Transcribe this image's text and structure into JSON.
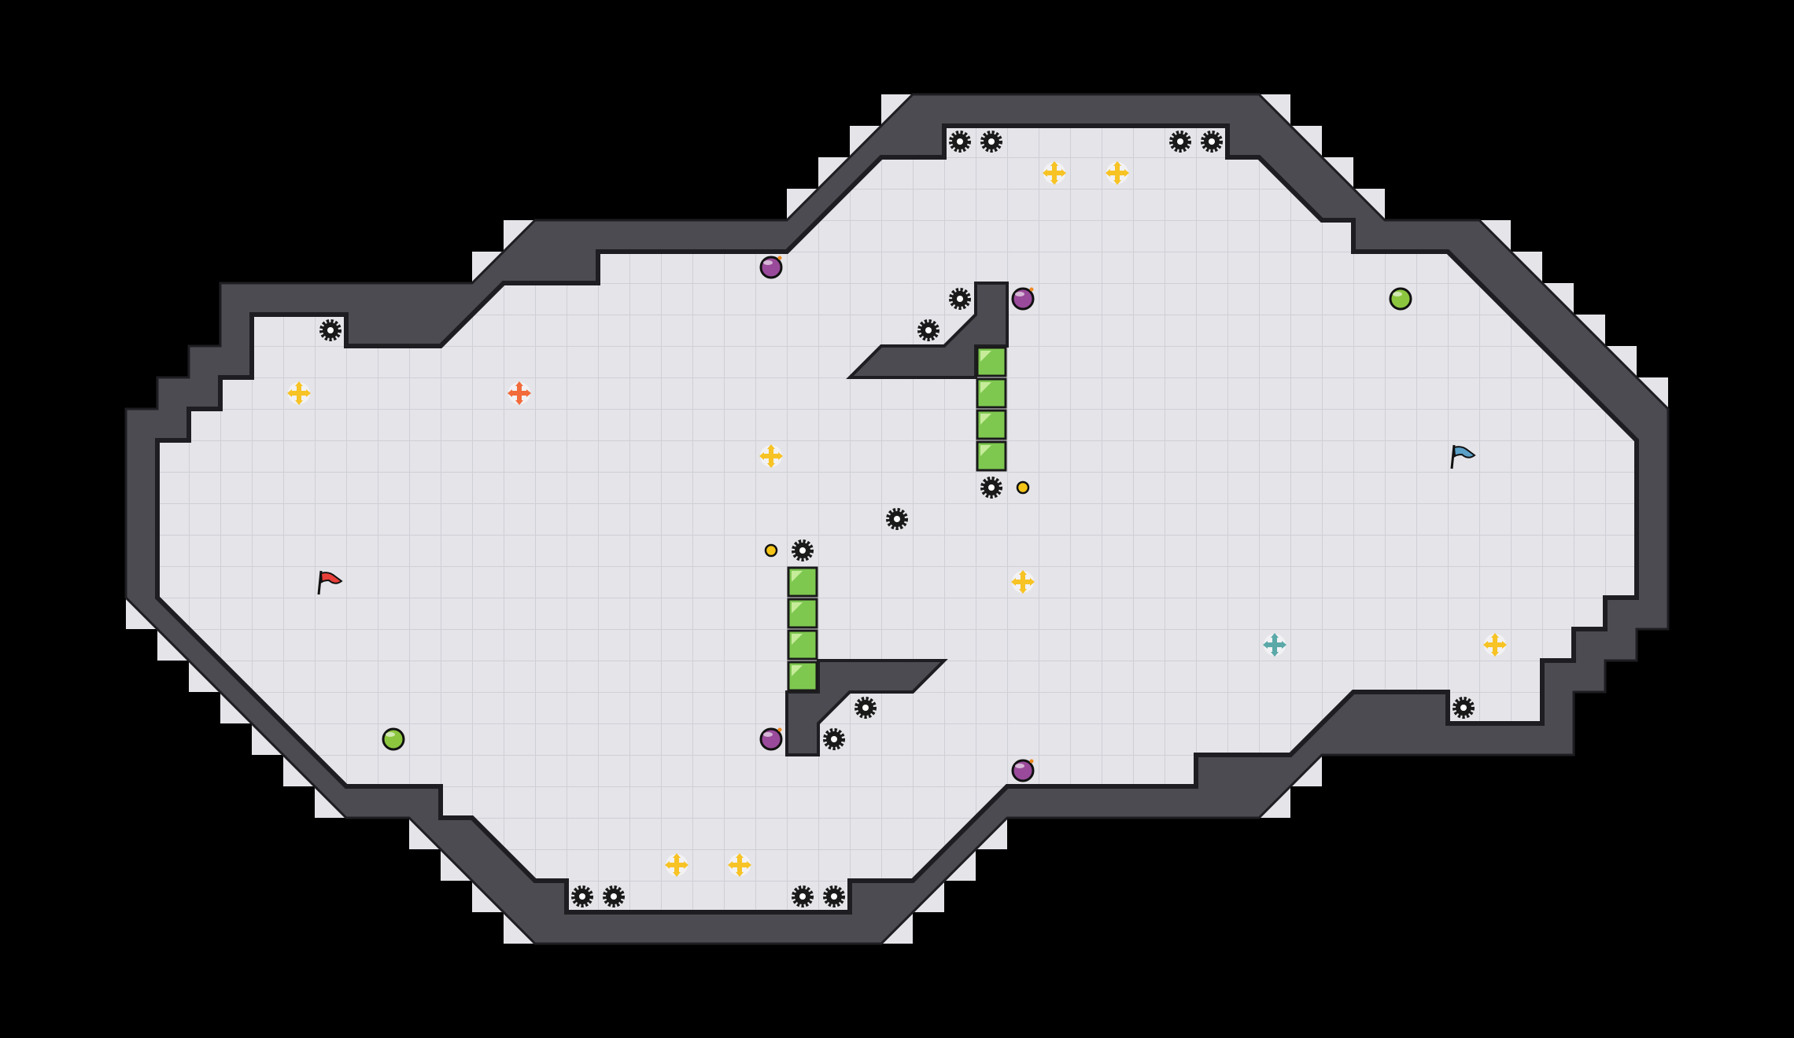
{
  "game": {
    "palette": {
      "background": "#000000",
      "floor": "#e4e4e9",
      "grid_line": "#cfcfd6",
      "wall": "#4b4b51",
      "wall_edge": "#1e1e22",
      "gear": "#1a1a1a",
      "cross_yellow": "#f7c325",
      "cross_orange": "#f26b3a",
      "cross_teal": "#5aa9a8",
      "bomb": "#9a4a9a",
      "green_ball": "#8cc63f",
      "block_green": "#7ec850",
      "coin": "#f5c518",
      "flag_red": "#e8403a",
      "flag_blue": "#5aa0c8"
    },
    "entity_types": [
      "gear-hazard",
      "move-cross",
      "bomb",
      "green-ball",
      "coin",
      "green-block",
      "start-flag",
      "goal-flag"
    ]
  }
}
